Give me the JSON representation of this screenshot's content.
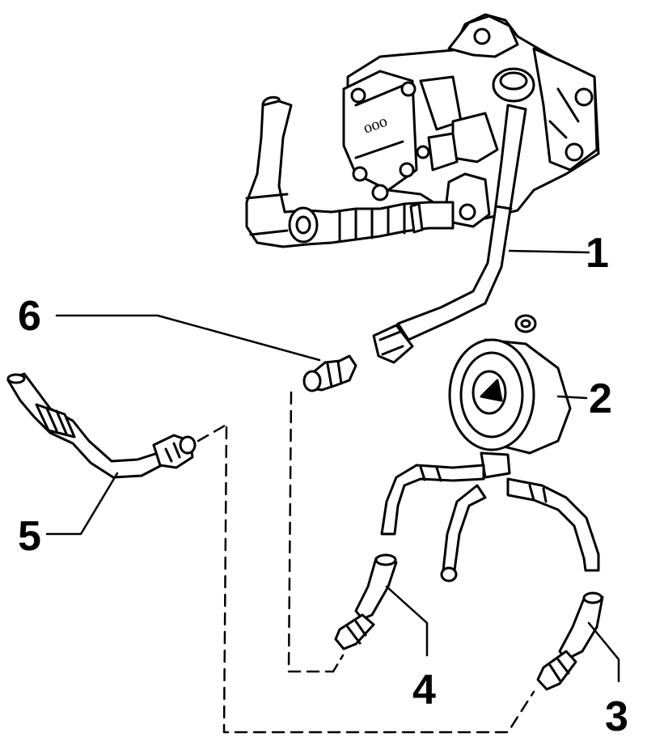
{
  "callouts": [
    {
      "key": "hose-1",
      "text": "1"
    },
    {
      "key": "vacuum-pump-2",
      "text": "2"
    },
    {
      "key": "hose-3",
      "text": "3"
    },
    {
      "key": "hose-4",
      "text": "4"
    },
    {
      "key": "hose-5",
      "text": "5"
    },
    {
      "key": "valve-6",
      "text": "6"
    }
  ],
  "colors": {
    "ink": "#000000",
    "paper": "#ffffff"
  }
}
